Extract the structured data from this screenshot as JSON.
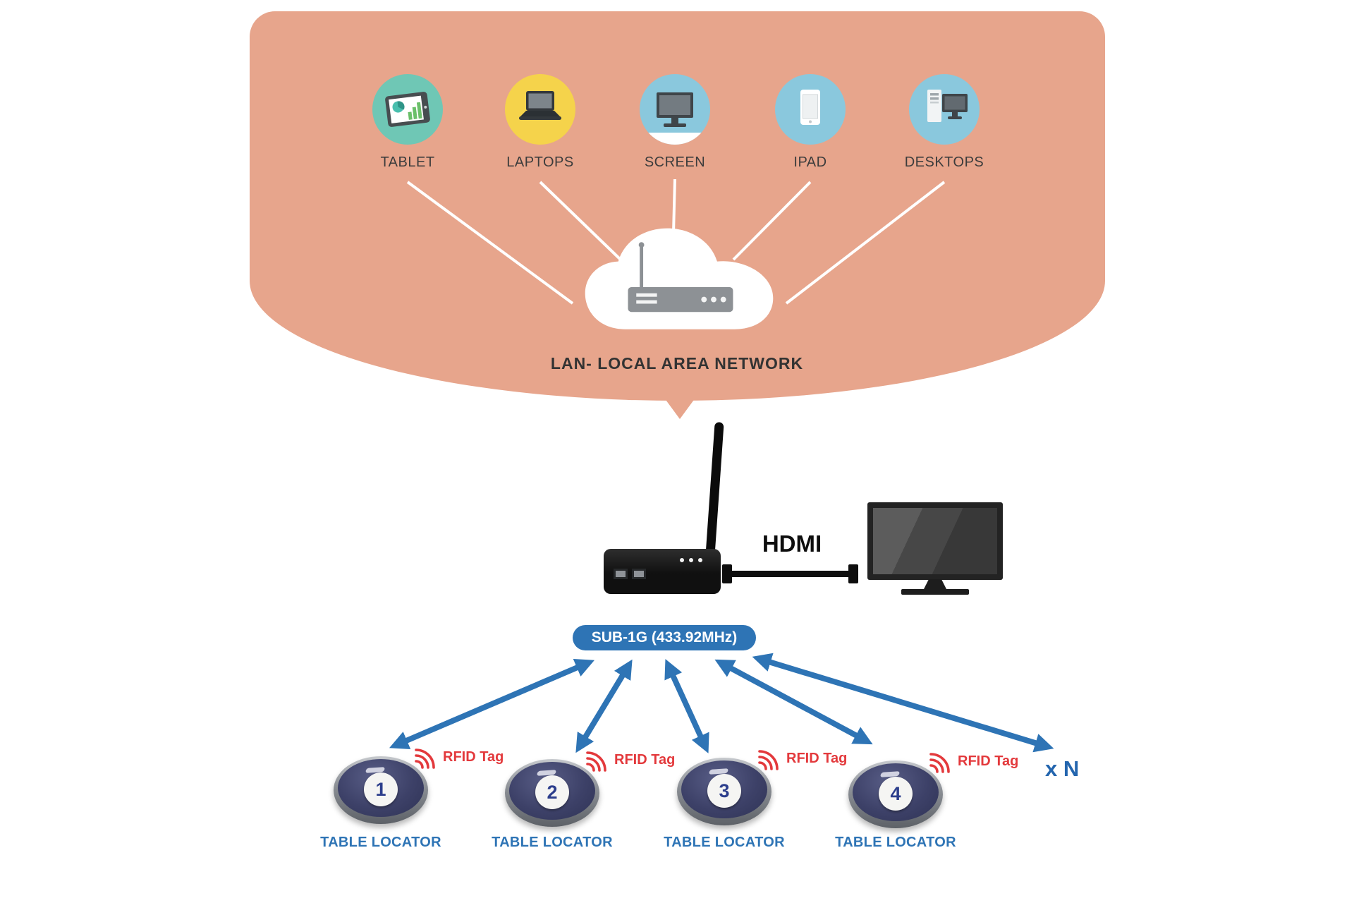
{
  "page": {
    "background": "#ffffff"
  },
  "network_zone": {
    "label": "LAN- LOCAL AREA NETWORK",
    "blob_color": "#e7a58c",
    "hub_icon": "router-cloud-icon",
    "devices": [
      {
        "label": "TABLET",
        "icon": "tablet-chart-icon",
        "circle_color": "#6fc7b5"
      },
      {
        "label": "LAPTOPS",
        "icon": "laptop-icon",
        "circle_color": "#f5d34b"
      },
      {
        "label": "SCREEN",
        "icon": "monitor-icon",
        "circle_color": "#8ac8dd"
      },
      {
        "label": "IPAD",
        "icon": "ipad-icon",
        "circle_color": "#8ac8dd"
      },
      {
        "label": "DESKTOPS",
        "icon": "desktop-pc-icon",
        "circle_color": "#8ac8dd"
      }
    ]
  },
  "receiver": {
    "hdmi_label": "HDMI",
    "band_badge": "SUB-1G (433.92MHz)",
    "band_badge_color": "#2e74b5"
  },
  "locators": {
    "arrow_color": "#2e74b5",
    "rfid_color": "#e3393c",
    "label_color": "#2e74b5",
    "items": [
      {
        "number": "1",
        "rfid_label": "RFID Tag",
        "name_label": "TABLE LOCATOR"
      },
      {
        "number": "2",
        "rfid_label": "RFID Tag",
        "name_label": "TABLE LOCATOR"
      },
      {
        "number": "3",
        "rfid_label": "RFID Tag",
        "name_label": "TABLE LOCATOR"
      },
      {
        "number": "4",
        "rfid_label": "RFID Tag",
        "name_label": "TABLE LOCATOR"
      }
    ],
    "multiplier_label": "x N"
  }
}
